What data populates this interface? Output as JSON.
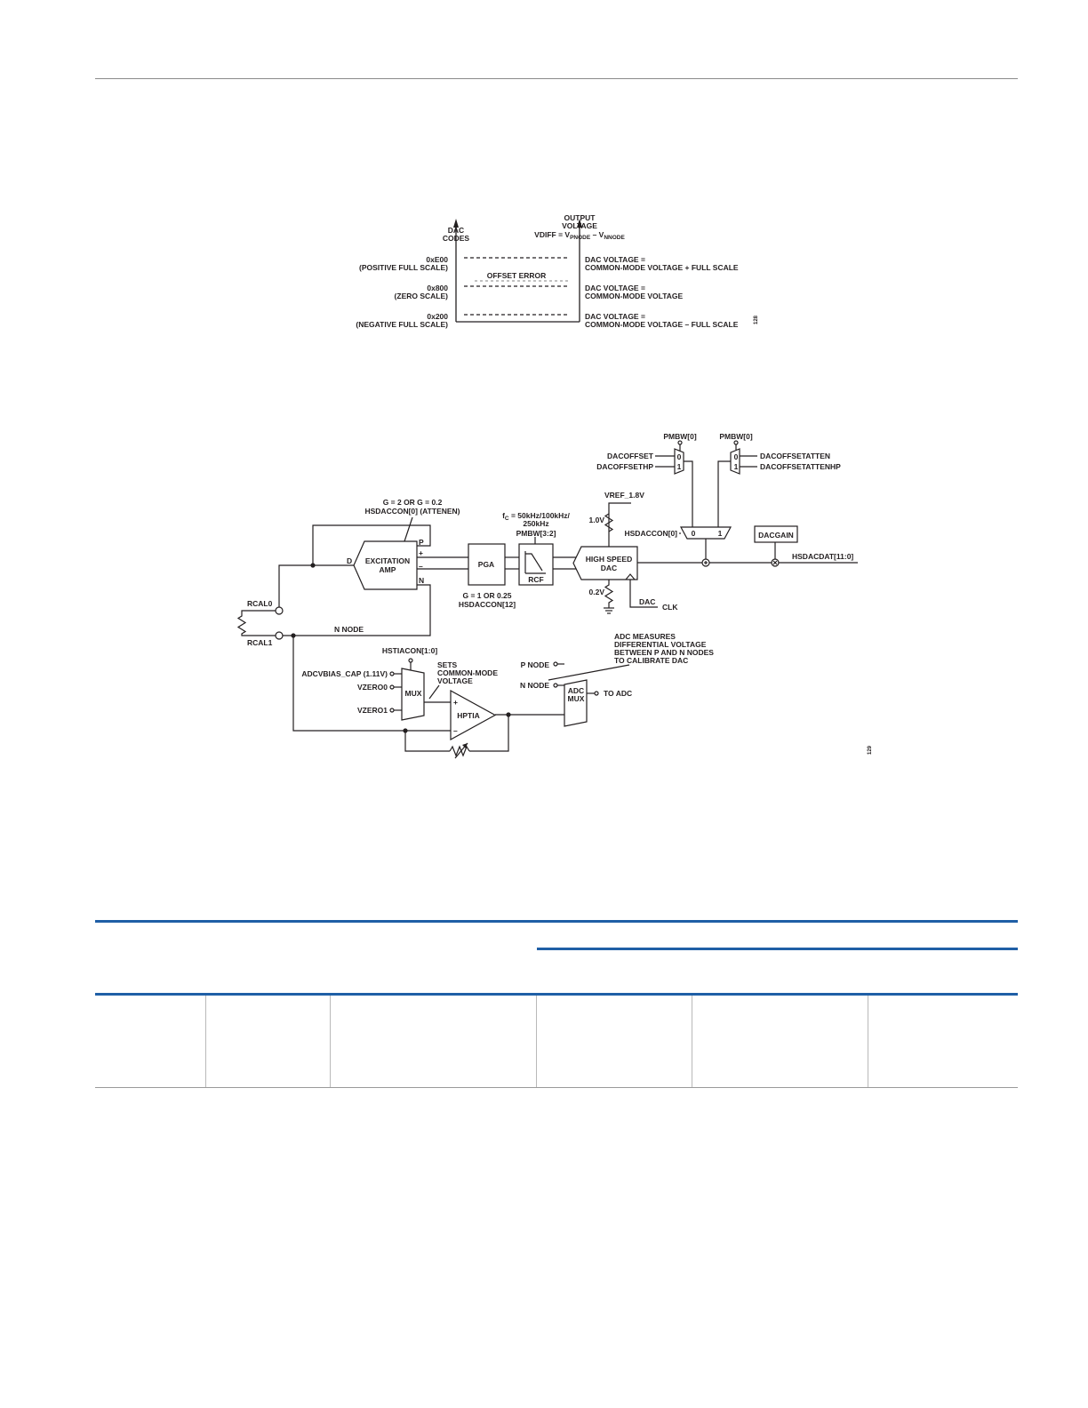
{
  "figure1": {
    "left_axis": [
      "DAC",
      "CODES"
    ],
    "right_axis": [
      "OUTPUT",
      "VOLTAGE"
    ],
    "vdiff": {
      "a": "VDIFF = V",
      "sub1": "PNODE",
      "b": " – V",
      "sub2": "NNODE"
    },
    "code_pos": [
      "0xE00",
      "(POSITIVE FULL SCALE)"
    ],
    "code_zero": [
      "0x800",
      "(ZERO SCALE)"
    ],
    "code_neg": [
      "0x200",
      "(NEGATIVE FULL SCALE)"
    ],
    "offset_error": "OFFSET ERROR",
    "volt_pos": [
      "DAC VOLTAGE =",
      "COMMON-MODE VOLTAGE + FULL SCALE"
    ],
    "volt_zero": [
      "DAC VOLTAGE =",
      "COMMON-MODE VOLTAGE"
    ],
    "volt_neg": [
      "DAC VOLTAGE =",
      "COMMON-MODE VOLTAGE – FULL SCALE"
    ],
    "fig_id": "128"
  },
  "figure2": {
    "pmbw0_a": "PMBW[0]",
    "pmbw0_b": "PMBW[0]",
    "dacoffset": "DACOFFSET",
    "dacoffsethp": "DACOFFSETHP",
    "dacoffsetatten": "DACOFFSETATTEN",
    "dacoffsetattenhp": "DACOFFSETATTENHP",
    "mux_0": "0",
    "mux_1": "1",
    "vref": "VREF_1.8V",
    "v10": "1.0V",
    "v02": "0.2V",
    "gain_top": [
      "G = 2 OR G = 0.2",
      "HSDACCON[0] (ATTENEN)"
    ],
    "fc": {
      "a": "f",
      "sub": "C",
      "b": " = 50kHz/100kHz/",
      "c": "250kHz"
    },
    "pmbw32": "PMBW[3:2]",
    "hsdaccon0": "HSDACCON[0]",
    "dacgain": "DACGAIN",
    "hsdacdat": "HSDACDAT[11:0]",
    "d": "D",
    "excitation_amp": [
      "EXCITATION",
      "AMP"
    ],
    "p": "P",
    "n": "N",
    "plus": "+",
    "minus": "–",
    "pga": "PGA",
    "rcf": "RCF",
    "high_speed_dac": [
      "HIGH SPEED",
      "DAC"
    ],
    "gain_pga": [
      "G = 1 OR 0.25",
      "HSDACCON[12]"
    ],
    "dac_clk": [
      "DAC",
      "CLK"
    ],
    "rcal0": "RCAL0",
    "rcal1": "RCAL1",
    "n_node": "N NODE",
    "hstiacon": "HSTIACON[1:0]",
    "adcvbias": "ADCVBIAS_CAP (1.11V)",
    "vzero0": "VZERO0",
    "vzero1": "VZERO1",
    "mux": "MUX",
    "sets_cm": [
      "SETS",
      "COMMON-MODE",
      "VOLTAGE"
    ],
    "hptia": "HPTIA",
    "adc_measures": [
      "ADC MEASURES",
      "DIFFERENTIAL VOLTAGE",
      "BETWEEN P AND N NODES",
      "TO CALIBRATE DAC"
    ],
    "p_node": "P NODE",
    "n_node2": "N NODE",
    "adc_mux": [
      "ADC",
      "MUX"
    ],
    "to_adc": "TO ADC",
    "fig_id": "129"
  }
}
